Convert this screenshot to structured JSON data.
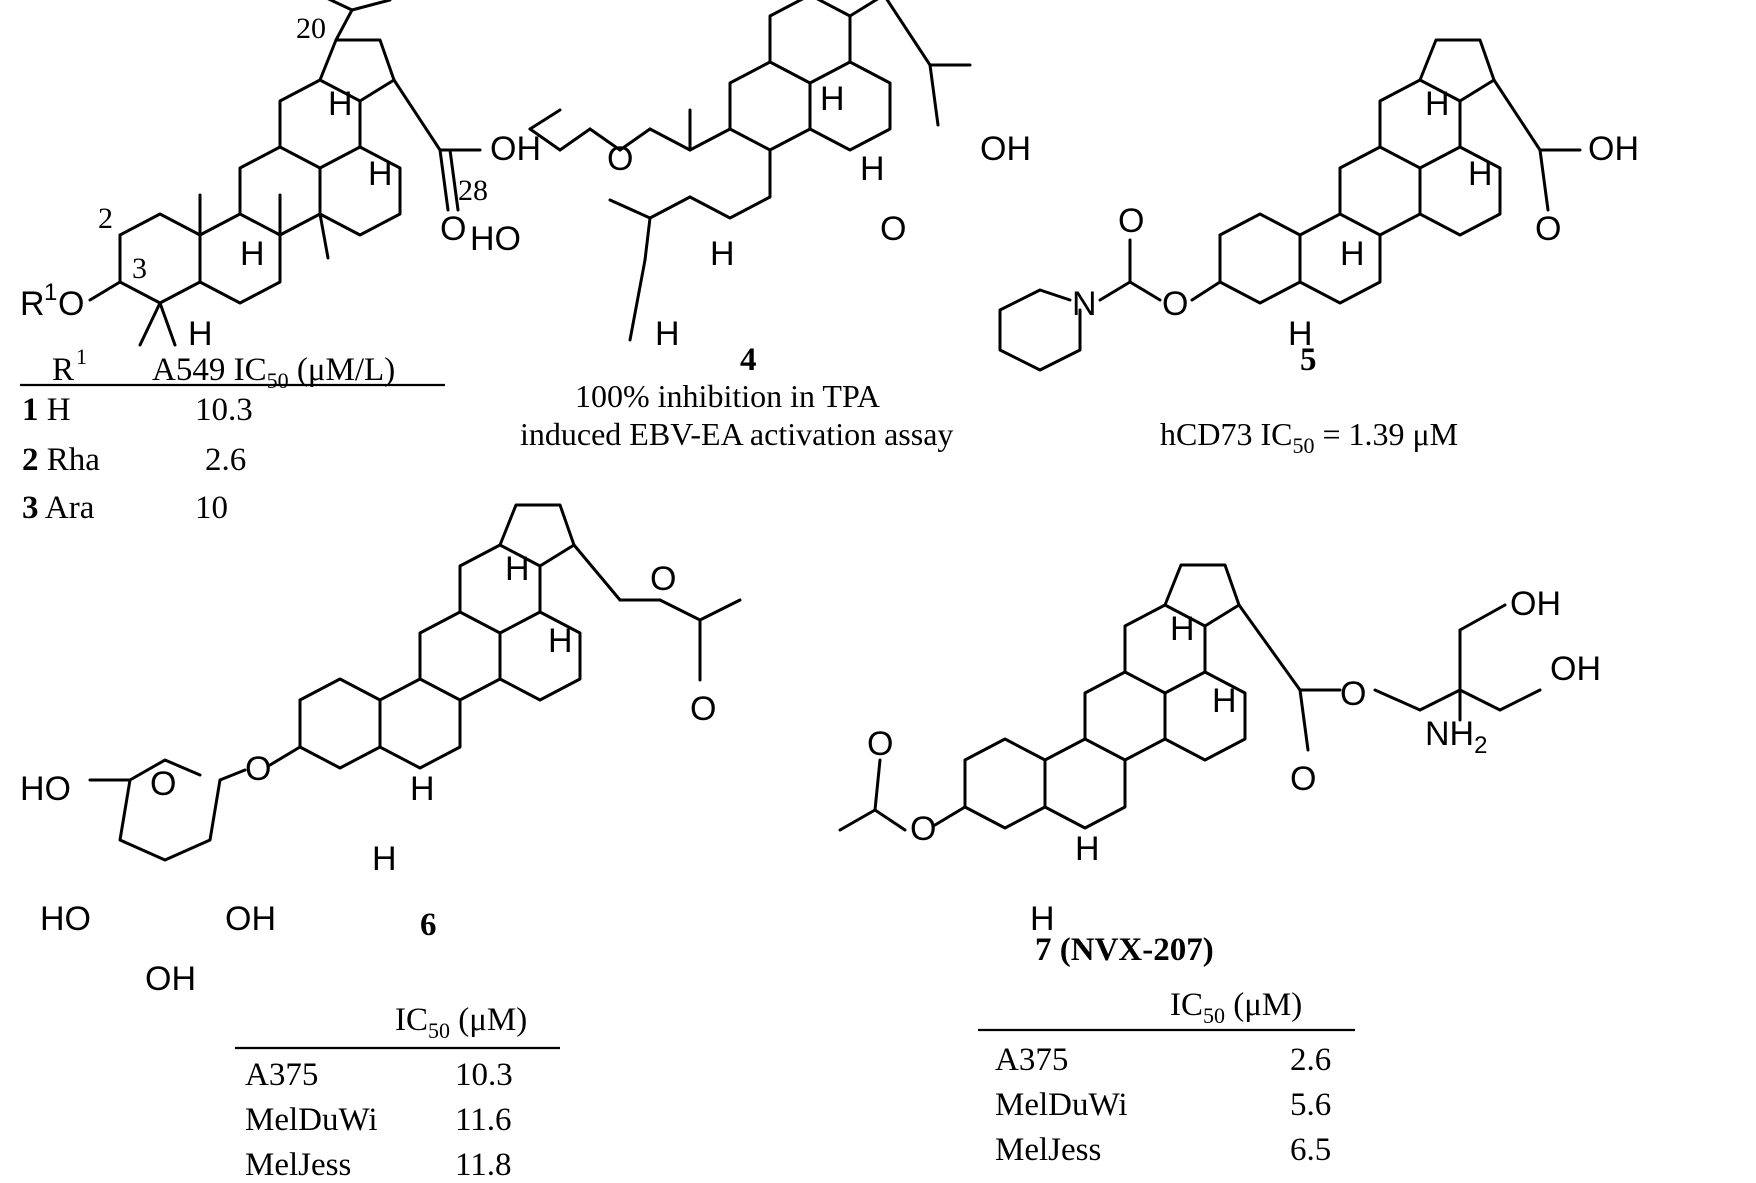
{
  "atoms": {
    "H": "H",
    "O": "O",
    "OH": "OH",
    "HO": "HO",
    "N": "N",
    "NH": "NH",
    "two": "2",
    "R": "R",
    "one": "1"
  },
  "positions": {
    "p20": "20",
    "p28": "28",
    "p2": "2",
    "p3": "3"
  },
  "compound4": {
    "number": "4",
    "caption_line1": "100% inhibition in TPA",
    "caption_line2": "induced EBV-EA activation assay"
  },
  "compound5": {
    "number": "5",
    "cap_a": "hCD73 IC",
    "cap_sub": "50",
    "cap_b": " = 1.39 μM"
  },
  "compound6": {
    "number": "6"
  },
  "compound7": {
    "number": "7 (NVX-207)"
  },
  "table1": {
    "col1_head": "R",
    "col1_sup": "1",
    "col2_head_a": "A549 IC",
    "col2_sub": "50",
    "col2_head_b": " (μM/L)",
    "rows": [
      {
        "num": "1",
        "r1": " H",
        "value": "10.3"
      },
      {
        "num": "2",
        "r1": " Rha",
        "value": "2.6"
      },
      {
        "num": "3",
        "r1": " Ara",
        "value": "10"
      }
    ]
  },
  "table6": {
    "head_a": "IC",
    "head_sub": "50",
    "head_b": " (μM)",
    "rows": [
      {
        "cell": "A375",
        "value": "10.3"
      },
      {
        "cell": "MelDuWi",
        "value": "11.6"
      },
      {
        "cell": "MelJess",
        "value": "11.8"
      }
    ]
  },
  "table7": {
    "head_a": "IC",
    "head_sub": "50",
    "head_b": " (μM)",
    "rows": [
      {
        "cell": "A375",
        "value": "2.6"
      },
      {
        "cell": "MelDuWi",
        "value": "5.6"
      },
      {
        "cell": "MelJess",
        "value": "6.5"
      }
    ]
  }
}
